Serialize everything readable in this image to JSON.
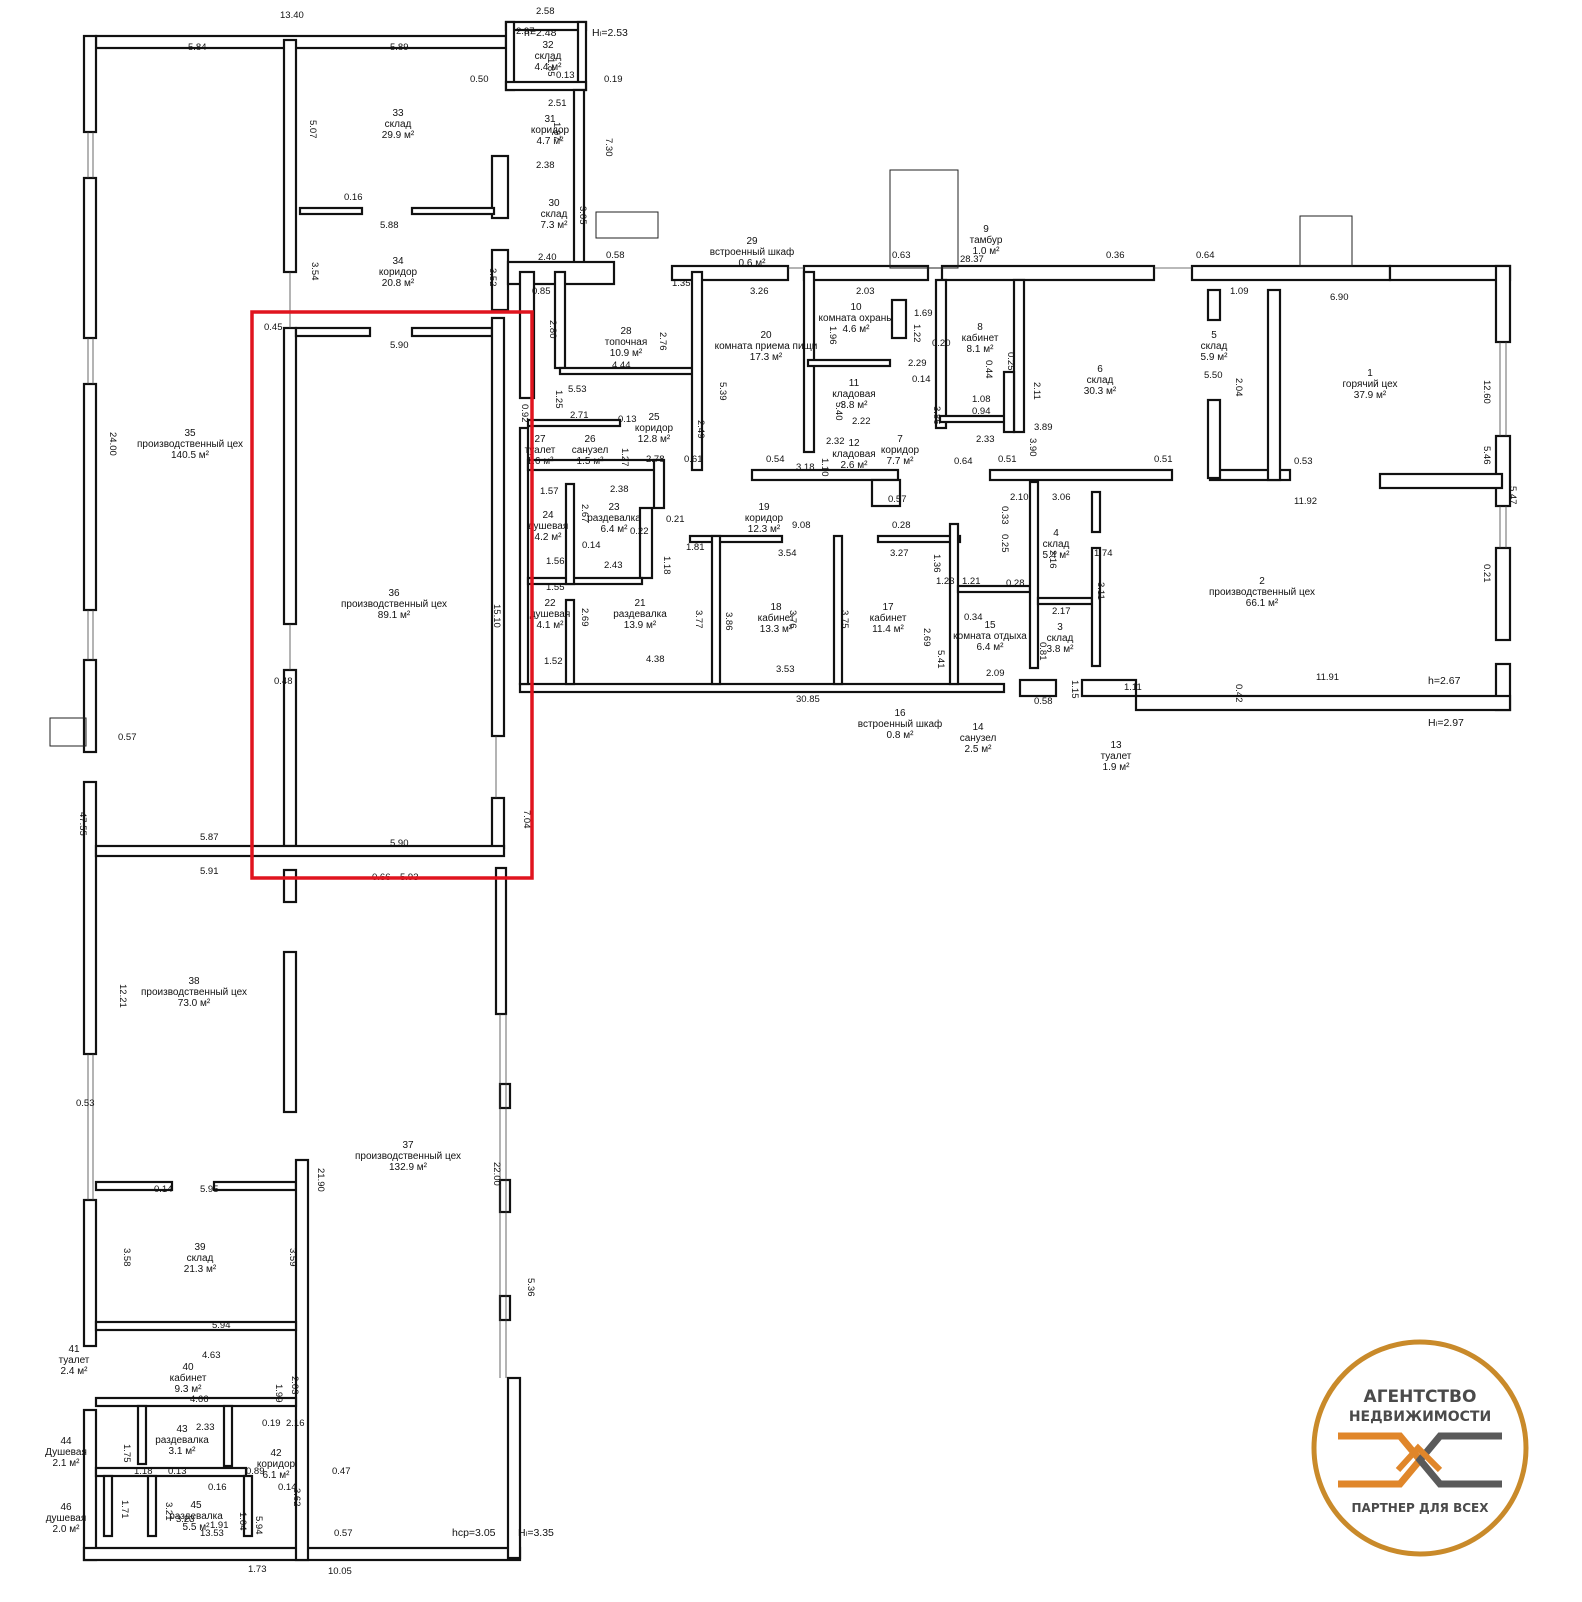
{
  "rooms": [
    {
      "num": "1",
      "name": "горячий цех",
      "area": "37.9 м²"
    },
    {
      "num": "2",
      "name": "производственный цех",
      "area": "66.1 м²"
    },
    {
      "num": "3",
      "name": "склад",
      "area": "3.8 м²"
    },
    {
      "num": "4",
      "name": "склад",
      "area": "5.4 м²"
    },
    {
      "num": "5",
      "name": "склад",
      "area": "5.9 м²"
    },
    {
      "num": "6",
      "name": "склад",
      "area": "30.3 м²"
    },
    {
      "num": "7",
      "name": "коридор",
      "area": "7.7 м²"
    },
    {
      "num": "8",
      "name": "кабинет",
      "area": "8.1 м²"
    },
    {
      "num": "9",
      "name": "тамбур",
      "area": "1.0 м²"
    },
    {
      "num": "10",
      "name": "комната охраны",
      "area": "4.6 м²"
    },
    {
      "num": "11",
      "name": "кладовая",
      "area": "3.8 м²"
    },
    {
      "num": "12",
      "name": "кладовая",
      "area": "2.6 м²"
    },
    {
      "num": "13",
      "name": "туалет",
      "area": "1.9 м²"
    },
    {
      "num": "14",
      "name": "санузел",
      "area": "2.5 м²"
    },
    {
      "num": "15",
      "name": "комната отдыха",
      "area": "6.4 м²"
    },
    {
      "num": "16",
      "name": "встроенный шкаф",
      "area": "0.8 м²"
    },
    {
      "num": "17",
      "name": "кабинет",
      "area": "11.4 м²"
    },
    {
      "num": "18",
      "name": "кабинет",
      "area": "13.3 м²"
    },
    {
      "num": "19",
      "name": "коридор",
      "area": "12.3 м²"
    },
    {
      "num": "20",
      "name": "комната приема пищи",
      "area": "17.3 м²"
    },
    {
      "num": "21",
      "name": "раздевалка",
      "area": "13.9 м²"
    },
    {
      "num": "22",
      "name": "душевая",
      "area": "4.1 м²"
    },
    {
      "num": "23",
      "name": "раздевалка",
      "area": "6.4 м²"
    },
    {
      "num": "24",
      "name": "душевая",
      "area": "4.2 м²"
    },
    {
      "num": "25",
      "name": "коридор",
      "area": "12.8 м²"
    },
    {
      "num": "26",
      "name": "санузел",
      "area": "1.5 м²"
    },
    {
      "num": "27",
      "name": "туалет",
      "area": "1.6 м²"
    },
    {
      "num": "28",
      "name": "топочная",
      "area": "10.9 м²"
    },
    {
      "num": "29",
      "name": "встроенный шкаф",
      "area": "0.6 м²"
    },
    {
      "num": "30",
      "name": "склад",
      "area": "7.3 м²"
    },
    {
      "num": "31",
      "name": "коридор",
      "area": "4.7 м²"
    },
    {
      "num": "32",
      "name": "склад",
      "area": "4.4 м²"
    },
    {
      "num": "33",
      "name": "склад",
      "area": "29.9 м²"
    },
    {
      "num": "34",
      "name": "коридор",
      "area": "20.8 м²"
    },
    {
      "num": "35",
      "name": "производственный цех",
      "area": "140.5 м²"
    },
    {
      "num": "36",
      "name": "производственный цех",
      "area": "89.1 м²"
    },
    {
      "num": "37",
      "name": "производственный цех",
      "area": "132.9 м²"
    },
    {
      "num": "38",
      "name": "производственный цех",
      "area": "73.0 м²"
    },
    {
      "num": "39",
      "name": "склад",
      "area": "21.3 м²"
    },
    {
      "num": "40",
      "name": "кабинет",
      "area": "9.3 м²"
    },
    {
      "num": "41",
      "name": "туалет",
      "area": "2.4 м²"
    },
    {
      "num": "42",
      "name": "коридор",
      "area": "6.1 м²"
    },
    {
      "num": "43",
      "name": "раздевалка",
      "area": "3.1 м²"
    },
    {
      "num": "44",
      "name": "Душевая",
      "area": "2.1 м²"
    },
    {
      "num": "45",
      "name": "раздевалка",
      "area": "5.5 м²"
    },
    {
      "num": "46",
      "name": "душевая",
      "area": "2.0 м²"
    }
  ],
  "dims": [
    "13.40",
    "2.58",
    "5.84",
    "5.89",
    "2.37",
    "1.85",
    "0.13",
    "0.50",
    "0.19",
    "2.51",
    "1.87",
    "7.30",
    "5.07",
    "2.38",
    "0.16",
    "5.88",
    "3.05",
    "2.40",
    "0.58",
    "3.54",
    "3.52",
    "0.85",
    "0.45",
    "5.90",
    "2.80",
    "1.35",
    "3.26",
    "2.03",
    "0.63",
    "28.37",
    "0.36",
    "0.64",
    "2.76",
    "4.44",
    "5.53",
    "5.39",
    "1.09",
    "6.90",
    "24.00",
    "0.92",
    "2.71",
    "0.13",
    "1.27",
    "2.78",
    "0.61",
    "0.54",
    "3.18",
    "2.49",
    "1.25",
    "2.22",
    "2.32",
    "1.10",
    "3.86",
    "2.33",
    "0.57",
    "0.64",
    "0.51",
    "0.51",
    "0.53",
    "11.92",
    "1.57",
    "2.67",
    "2.38",
    "0.22",
    "0.21",
    "1.18",
    "1.81",
    "9.08",
    "3.54",
    "0.28",
    "3.27",
    "1.56",
    "0.14",
    "2.43",
    "1.55",
    "2.69",
    "3.77",
    "3.86",
    "3.76",
    "3.75",
    "2.69",
    "1.36",
    "0.34",
    "15.10",
    "1.52",
    "4.38",
    "3.53",
    "2.09",
    "0.58",
    "1.11",
    "0.42",
    "11.91",
    "30.85",
    "0.48",
    "0.57",
    "47.55",
    "5.87",
    "5.91",
    "5.90",
    "0.66",
    "5.93",
    "7.04",
    "12.21",
    "0.53",
    "21.90",
    "22.00",
    "0.14",
    "5.95",
    "3.58",
    "3.59",
    "5.94",
    "4.63",
    "1.99",
    "2.03",
    "4.66",
    "0.19",
    "2.16",
    "1.75",
    "2.33",
    "1.18",
    "0.13",
    "0.89",
    "3.62",
    "0.47",
    "1.71",
    "3.21",
    "0.16",
    "0.14",
    "3.23",
    "1.91",
    "5.94",
    "13.53",
    "0.57",
    "10.05",
    "1.73",
    "5.36",
    "1.04",
    "12.60",
    "5.46",
    "5.47",
    "0.21",
    "3.11",
    "1.74",
    "2.16",
    "3.06",
    "2.17",
    "0.81",
    "1.15",
    "2.10",
    "0.33",
    "0.25",
    "1.21",
    "1.23",
    "0.28",
    "5.41",
    "3.90",
    "3.89",
    "2.11",
    "0.25",
    "0.44",
    "1.08",
    "0.94",
    "0.20",
    "1.22",
    "1.69",
    "2.29",
    "0.14",
    "5.40",
    "1.96",
    "5.50",
    "2.04"
  ],
  "heights": [
    "Hₗ=2.53",
    "h=2.48",
    "h=2.67",
    "Hₗ=2.97",
    "hср=3.05",
    "Hₗ=3.35"
  ],
  "logo": {
    "line1": "АГЕНТСТВО",
    "line2": "НЕДВИЖИМОСТИ",
    "line3": "ПАРТНЕР ДЛЯ ВСЕХ",
    "ring_color": "#c98a2a",
    "text_color": "#4a4a4a",
    "mark_orange": "#e0862a",
    "mark_gray": "#5a5a5a"
  },
  "highlight_color": "#e0141e"
}
